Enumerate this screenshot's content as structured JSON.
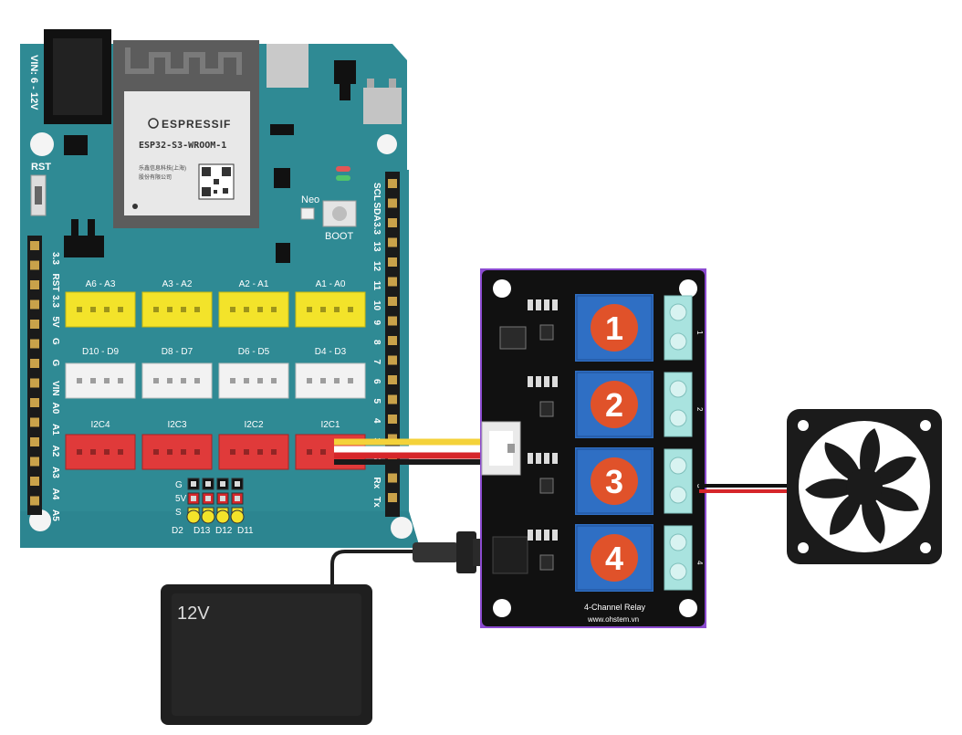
{
  "board": {
    "power_label": "VIN: 6 - 12V",
    "reset_label": "RST",
    "module_brand": "ESPRESSIF",
    "module_name": "ESP32-S3-WROOM-1",
    "module_small_1": "乐鑫信息科技(上海)",
    "module_small_2": "股份有限公司",
    "neo_label": "Neo",
    "boot_label": "BOOT",
    "right_header_labels": [
      "SCL",
      "SDA",
      "3.3",
      "13",
      "12",
      "11",
      "10",
      "9",
      "8",
      "7",
      "6",
      "5",
      "4",
      "3",
      "2",
      "Rx",
      "Tx"
    ],
    "left_header_labels": [
      "3.3",
      "RST",
      "3.3",
      "5V",
      "G",
      "G",
      "VIN",
      "A0",
      "A1",
      "A2",
      "A3",
      "A4",
      "A5"
    ],
    "yellow_ports": [
      "A6 - A3",
      "A3 - A2",
      "A2 - A1",
      "A1 - A0"
    ],
    "white_ports": [
      "D10 - D9",
      "D8 - D7",
      "D6 - D5",
      "D4 - D3"
    ],
    "red_ports": [
      "I2C4",
      "I2C3",
      "I2C2",
      "I2C1"
    ],
    "gpio_row_labels": [
      "G",
      "5V",
      "S"
    ],
    "gpio_pin_labels": [
      "D2",
      "D13",
      "D12",
      "D11"
    ]
  },
  "relay": {
    "channels": [
      "1",
      "2",
      "3",
      "4"
    ],
    "terminal_labels": [
      "1",
      "2",
      "3",
      "4"
    ],
    "title": "4-Channel Relay",
    "url": "www.ohstem.vn"
  },
  "power_supply": {
    "label": "12V"
  },
  "colors": {
    "board": "#2f8a94",
    "board_dark": "#23717a",
    "relay_pcb": "#111111",
    "relay_block": "#2f6fc4",
    "channel_badge": "#e0522a",
    "terminal": "#a9e3df",
    "yellow_port": "#f3e32a",
    "red_port": "#e03a3a",
    "white_port": "#f2f2f2",
    "wire_yellow": "#f4d23a",
    "wire_red": "#d6262a",
    "fan": "#1b1b1b"
  }
}
